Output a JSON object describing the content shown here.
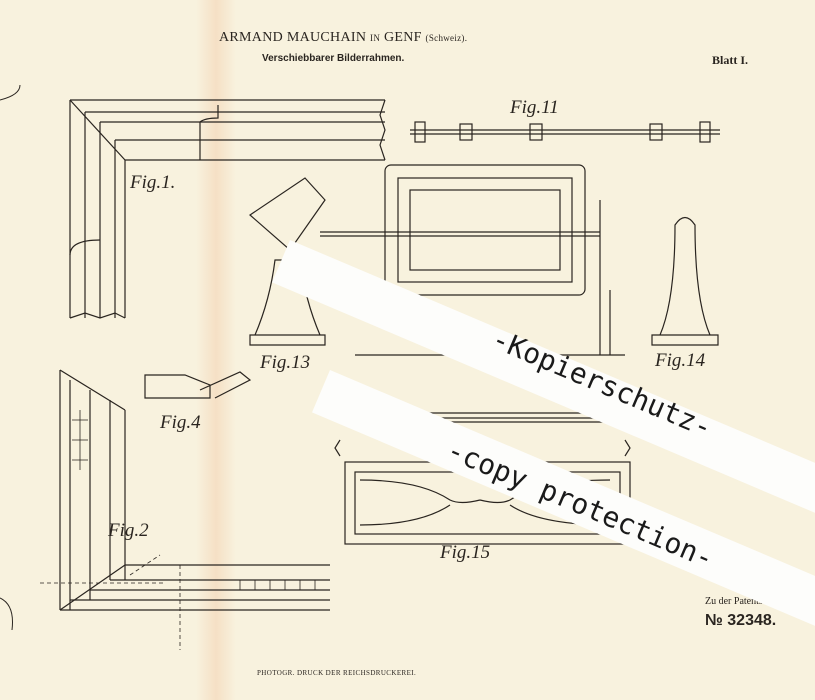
{
  "header": {
    "inventor": "ARMAND MAUCHAIN",
    "in_word": "IN",
    "place": "GENF",
    "country": "(Schweiz).",
    "title": "Verschiebbarer Bilderrahmen.",
    "sheet": "Blatt I."
  },
  "figures": [
    "Fig.1.",
    "Fig.2",
    "Fig.4",
    "Fig.11",
    "Fig.13",
    "Fig.14",
    "Fig.15"
  ],
  "footer": {
    "patent_ref": "Zu der Patentschrift",
    "patent_number": "№ 32348.",
    "printer": "PHOTOGR. DRUCK DER REICHSDRUCKEREI."
  },
  "watermark": {
    "line1": "-Kopierschutz-",
    "line2": "-copy protection-"
  }
}
